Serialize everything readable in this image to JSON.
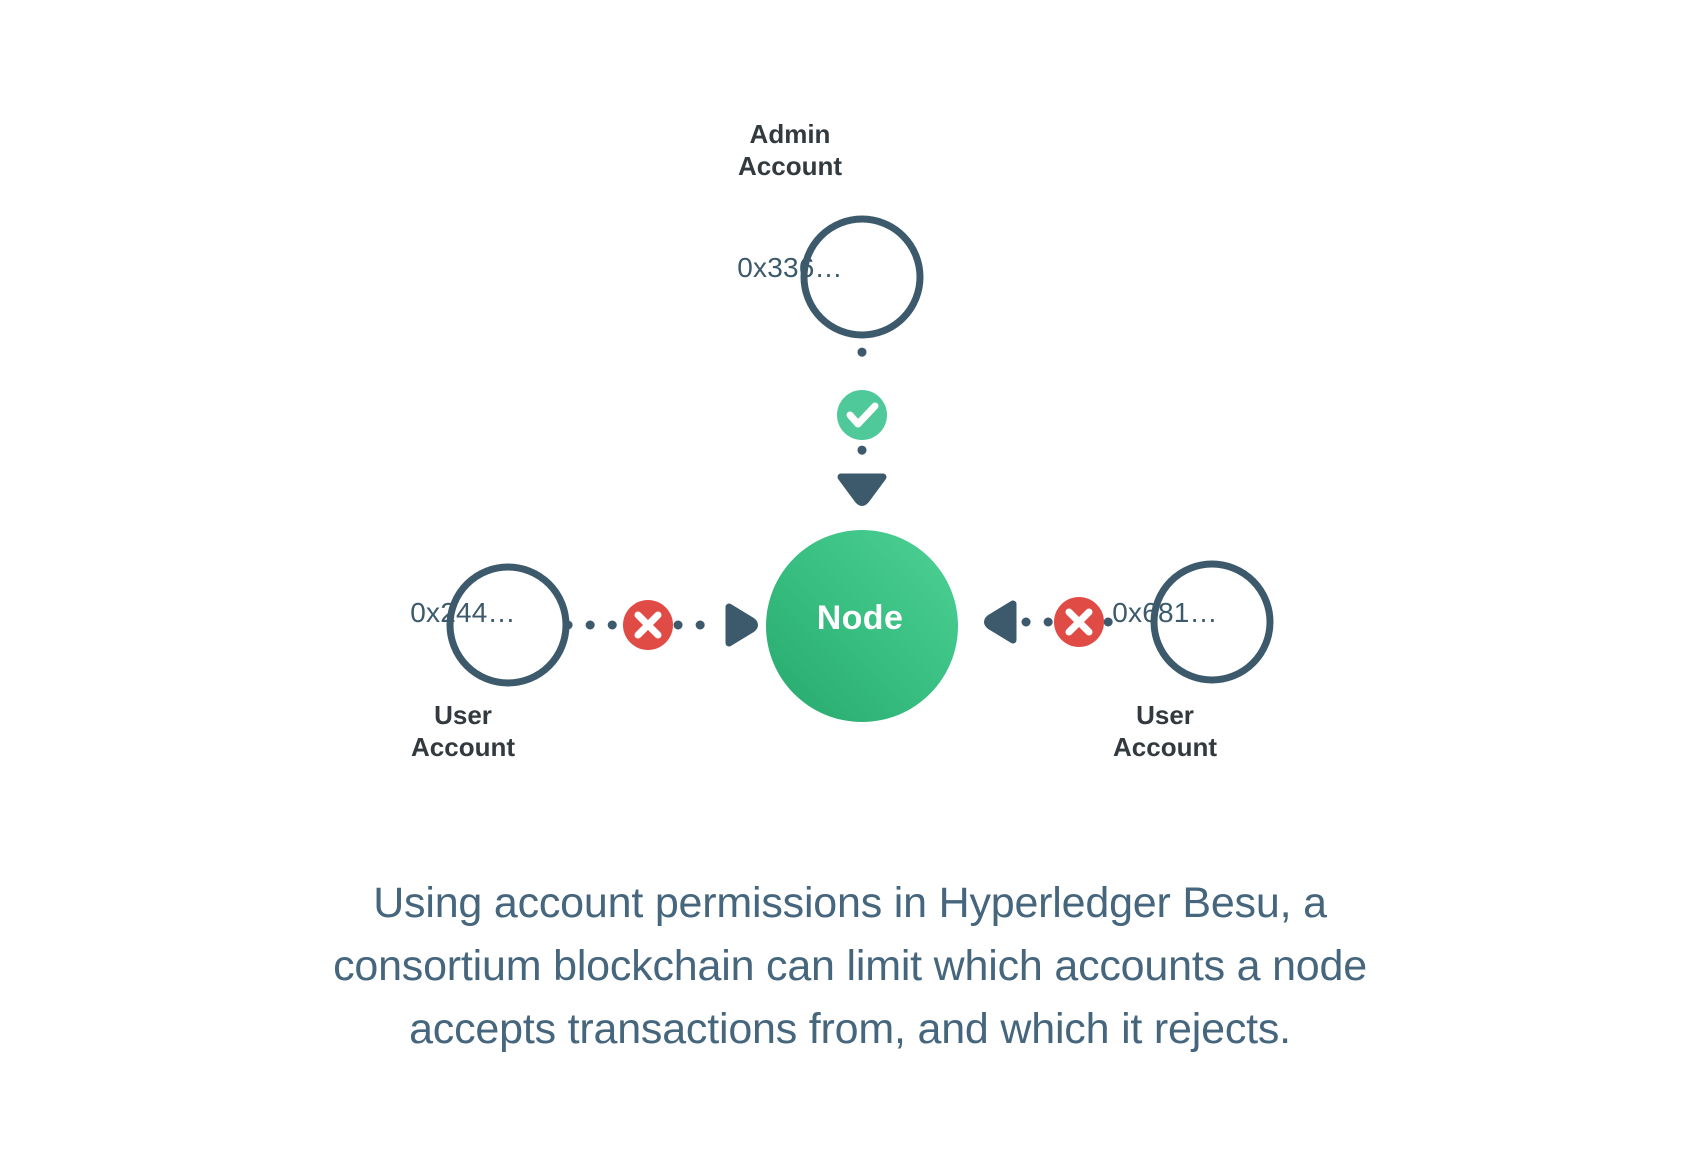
{
  "diagram": {
    "type": "network-permission-diagram",
    "center_node": {
      "label": "Node",
      "fill_gradient_from": "#4ccd8e",
      "fill_gradient_to": "#2aa86f",
      "text_color": "#ffffff"
    },
    "accounts": [
      {
        "id": "admin",
        "label": "Admin\nAccount",
        "address": "0x336…",
        "position": "top",
        "status": "allowed",
        "badge_icon": "check-icon",
        "badge_color": "#4fc99a",
        "arrow_direction": "down"
      },
      {
        "id": "user-left",
        "label": "User\nAccount",
        "address": "0x244…",
        "position": "left",
        "status": "rejected",
        "badge_icon": "cross-icon",
        "badge_color": "#e14b46",
        "arrow_direction": "right"
      },
      {
        "id": "user-right",
        "label": "User\nAccount",
        "address": "0x681…",
        "position": "right",
        "status": "rejected",
        "badge_icon": "cross-icon",
        "badge_color": "#e14b46",
        "arrow_direction": "left"
      }
    ],
    "stroke_color": "#3c5a6b",
    "connector_style": "dotted"
  },
  "caption": {
    "lines": [
      "Using account permissions in Hyperledger Besu, a",
      "consortium blockchain can limit which accounts a node",
      "accepts transactions from, and which it rejects."
    ],
    "color": "#45667d"
  }
}
